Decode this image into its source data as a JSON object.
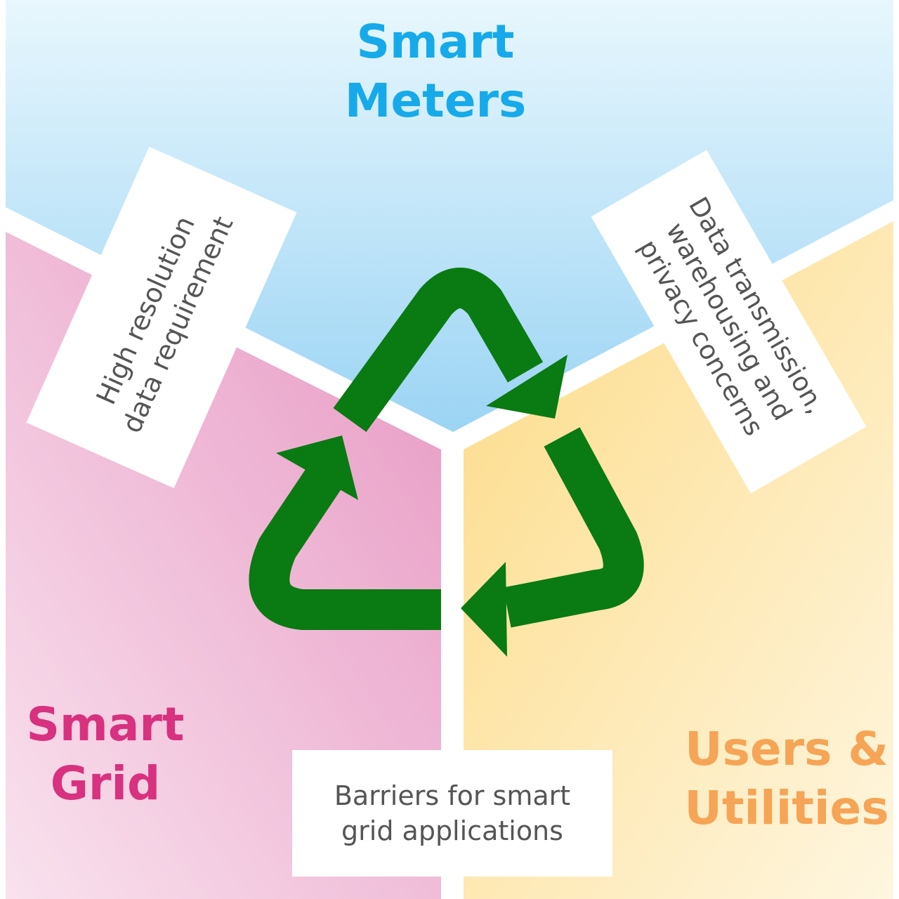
{
  "title": "Barriers for smart grid applications",
  "sections": {
    "smart_meters": {
      "line1": "Smart",
      "line2": "Meters",
      "color": "#16aaea"
    },
    "smart_grid": {
      "line1": "Smart",
      "line2": "Grid",
      "color": "#d8317f"
    },
    "users_utilities": {
      "line1": "Users &",
      "line2": "Utilities",
      "color": "#f6a455"
    }
  },
  "boxes": {
    "left": {
      "line1": "High resolution",
      "line2": "data requirement"
    },
    "right": {
      "line1": "Data transmission,",
      "line2": "warehousing and",
      "line3": "privacy concerns"
    },
    "bottom": {
      "line1": "Barriers for smart",
      "line2": "grid applications"
    }
  },
  "icon": "recycle-arrows-icon",
  "icon_color": "#0a7a12"
}
